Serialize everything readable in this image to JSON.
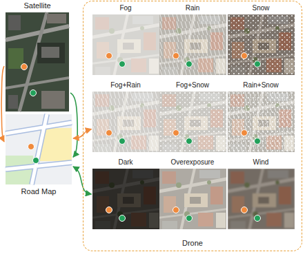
{
  "diagram": {
    "nodes": [
      {
        "text": [
          "Satellite"
        ]
      },
      {
        "text": [
          "Road Map"
        ]
      },
      {
        "text": [
          "Drone"
        ]
      },
      {
        "text": [
          "Fog"
        ],
        "in": 2
      },
      {
        "text": [
          "Rain"
        ],
        "in": 2
      },
      {
        "text": [
          "Snow"
        ],
        "in": 2
      },
      {
        "text": [
          "Fog+Rain"
        ],
        "in": 2
      },
      {
        "text": [
          "Fog+Snow"
        ],
        "in": 2
      },
      {
        "text": [
          "Rain+Snow"
        ],
        "in": 2
      },
      {
        "text": [
          "Dark"
        ],
        "in": 2
      },
      {
        "text": [
          "Overexposure"
        ],
        "in": 2
      },
      {
        "text": [
          "Wind"
        ],
        "in": 2
      }
    ],
    "edges": [
      {
        "from": 0,
        "to": 1,
        "arrow": "to"
      },
      {
        "from": 0,
        "to": 1,
        "arrow": "to"
      },
      {
        "from": 1,
        "to": 6,
        "arrow": "both"
      },
      {
        "from": 1,
        "to": 9,
        "arrow": "both"
      }
    ]
  }
}
